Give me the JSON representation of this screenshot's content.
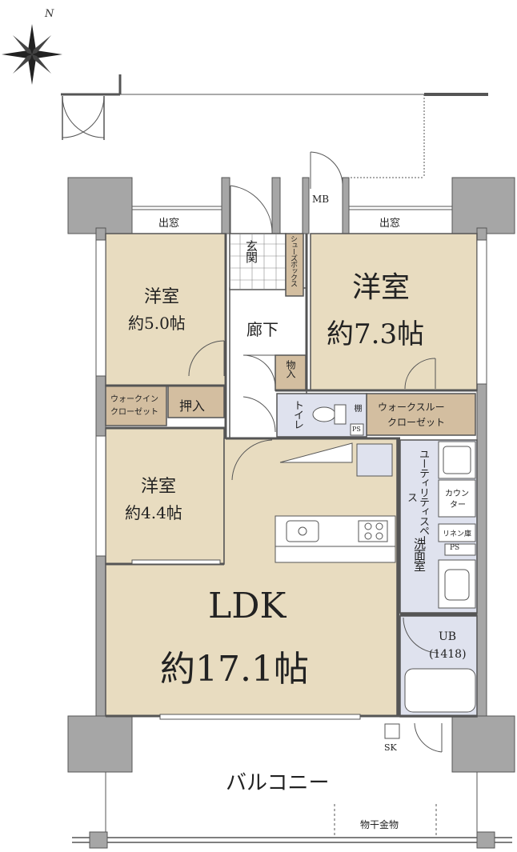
{
  "compass": {
    "north": "N",
    "icon": "compass-rose-icon"
  },
  "rooms": {
    "bedroom_a": {
      "name": "洋室",
      "size": "約5.0帖"
    },
    "bedroom_b": {
      "name": "洋室",
      "size": "約7.3帖"
    },
    "bedroom_c": {
      "name": "洋室",
      "size": "約4.4帖"
    },
    "ldk": {
      "name": "LDK",
      "size": "約17.1帖"
    }
  },
  "labels": {
    "bay_window_left": "出窓",
    "bay_window_right": "出窓",
    "mb": "MB",
    "entrance": "玄関",
    "shoe_box": "シューズボックス",
    "hallway": "廊下",
    "storage": "物入",
    "toilet": "トイレ",
    "shelf": "棚",
    "ps_toilet": "PS",
    "walk_in_closet_l1": "ウォークイン",
    "walk_in_closet_l2": "クローゼット",
    "closet": "押入",
    "walk_through_closet_l1": "ウォークスルー",
    "walk_through_closet_l2": "クローゼット",
    "utility_space": "ユーティリティスペース",
    "washroom": "洗面室",
    "counter_l1": "カウン",
    "counter_l2": "ター",
    "linen_storage": "リネン庫",
    "ps_utility": "PS",
    "ub": "UB",
    "ub_size": "(1418)",
    "sk": "SK",
    "balcony": "バルコニー",
    "drying_hardware": "物干金物"
  },
  "colors": {
    "room_fill": "#e8dcc0",
    "storage_fill": "#d3bea0",
    "wet_area_fill": "#dfe2ee",
    "wall_fill": "#a6a6a6",
    "outline": "#555555"
  }
}
